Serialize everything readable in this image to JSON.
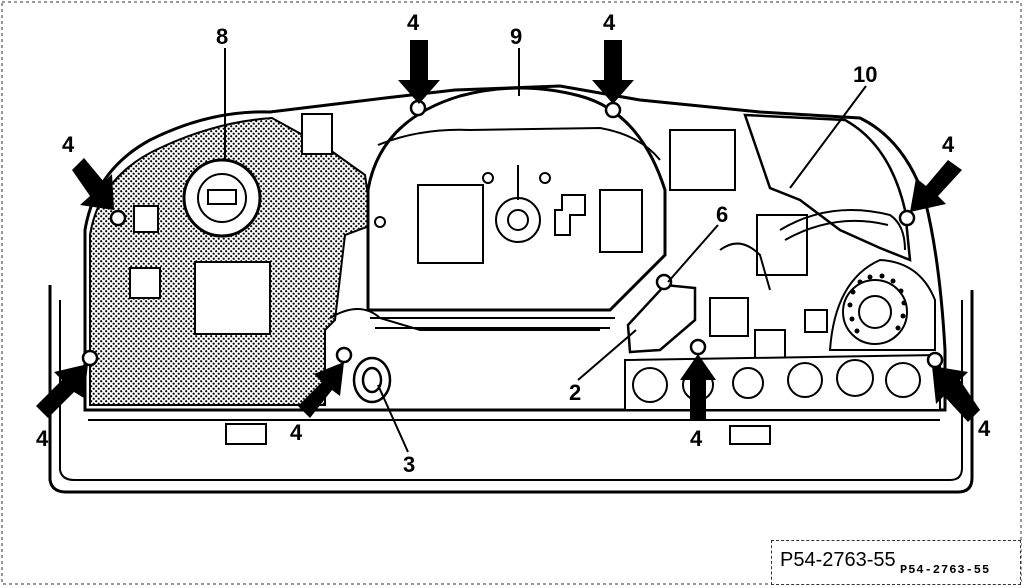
{
  "diagram": {
    "callouts": {
      "c2": "2",
      "c3": "3",
      "c4": "4",
      "c6": "6",
      "c8": "8",
      "c9": "9",
      "c10": "10"
    },
    "caption": {
      "main": "P54-2763-55",
      "sub": "P54-2763-55"
    }
  }
}
